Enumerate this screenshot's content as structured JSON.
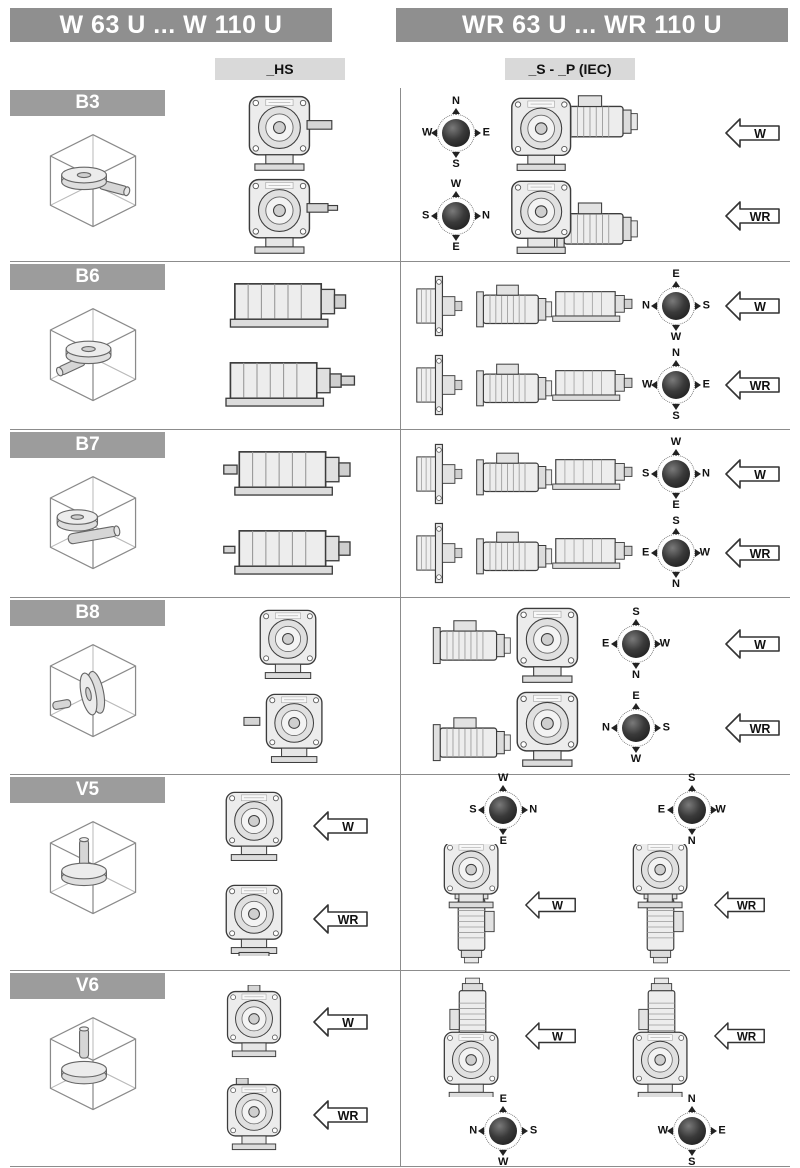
{
  "header": {
    "left_title": "W 63 U ... W 110 U",
    "right_title": "WR 63 U ... WR 110 U"
  },
  "columns": {
    "left_label": "_HS",
    "right_label": "_S - _P (IEC)"
  },
  "colors": {
    "banner_gray": "#8f8f8f",
    "label_bar_gray": "#9c9c9c",
    "column_header_gray": "#d9d9d9",
    "line_gray": "#8c8c8c"
  },
  "rows": [
    {
      "code": "B3",
      "views": [
        {
          "compass": {
            "top": "N",
            "left": "W",
            "right": "E",
            "bottom": "S"
          },
          "arrow": "W"
        },
        {
          "compass": {
            "top": "W",
            "left": "S",
            "right": "N",
            "bottom": "E"
          },
          "arrow": "WR"
        }
      ]
    },
    {
      "code": "B6",
      "views": [
        {
          "compass": {
            "top": "E",
            "left": "N",
            "right": "S",
            "bottom": "W"
          },
          "arrow": "W"
        },
        {
          "compass": {
            "top": "N",
            "left": "W",
            "right": "E",
            "bottom": "S"
          },
          "arrow": "WR"
        }
      ]
    },
    {
      "code": "B7",
      "views": [
        {
          "compass": {
            "top": "W",
            "left": "S",
            "right": "N",
            "bottom": "E"
          },
          "arrow": "W"
        },
        {
          "compass": {
            "top": "S",
            "left": "E",
            "right": "W",
            "bottom": "N"
          },
          "arrow": "WR"
        }
      ]
    },
    {
      "code": "B8",
      "views": [
        {
          "compass": {
            "top": "S",
            "left": "E",
            "right": "W",
            "bottom": "N"
          },
          "arrow": "W"
        },
        {
          "compass": {
            "top": "E",
            "left": "N",
            "right": "S",
            "bottom": "W"
          },
          "arrow": "WR"
        }
      ]
    },
    {
      "code": "V5",
      "hs": [
        {
          "arrow": "W"
        },
        {
          "arrow": "WR"
        }
      ],
      "views": [
        {
          "compass": {
            "top": "W",
            "left": "S",
            "right": "N",
            "bottom": "E"
          },
          "arrow": "W"
        },
        {
          "compass": {
            "top": "S",
            "left": "E",
            "right": "W",
            "bottom": "N"
          },
          "arrow": "WR"
        }
      ]
    },
    {
      "code": "V6",
      "hs": [
        {
          "arrow": "W"
        },
        {
          "arrow": "WR"
        }
      ],
      "views": [
        {
          "compass": {
            "top": "E",
            "left": "N",
            "right": "S",
            "bottom": "W"
          },
          "arrow": "W"
        },
        {
          "compass": {
            "top": "N",
            "left": "W",
            "right": "E",
            "bottom": "S"
          },
          "arrow": "WR"
        }
      ]
    }
  ]
}
